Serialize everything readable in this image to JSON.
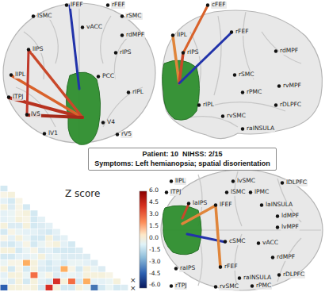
{
  "diagram": {
    "nodes": [
      {
        "text": [
          "Patient: 10  NIHSS: 2/15",
          "Symptoms: Left hemianopsia; spatial disorientation"
        ]
      }
    ],
    "labels": [
      "lFEF",
      "rFEF",
      "lSMC",
      "rSMC",
      "vACC",
      "rdMPF",
      "lIPS",
      "rIPS",
      "PCC",
      "lIPL",
      "lTPJ",
      "lV5",
      "lV1",
      "V4",
      "rV5",
      "rIPL",
      "lIPL",
      "cFEF",
      "rFEF",
      "rIPS",
      "rdMPF",
      "rSMC",
      "rvMPF",
      "rPMC",
      "rDLPFC",
      "rIPL",
      "rvSMC",
      "raINSULA",
      "lIPL",
      "lvSMC",
      "lTPJ",
      "lSMC",
      "lPMC",
      "lDLPFC",
      "laIPS",
      "lFEF",
      "laINSULA",
      "ldMPF",
      "lvMPF",
      "cSMC",
      "vACC",
      "rdMPF",
      "raIPS",
      "rFEF",
      "raINSULA",
      "rDLPFC",
      "rTPJ",
      "rvSMC",
      "rPMC",
      "Z score",
      "6.0",
      "4.5",
      "3.0",
      "1.5",
      "0.0",
      "-1.5",
      "-3.0",
      "-4.5",
      "-6.0",
      "×",
      "×"
    ]
  }
}
